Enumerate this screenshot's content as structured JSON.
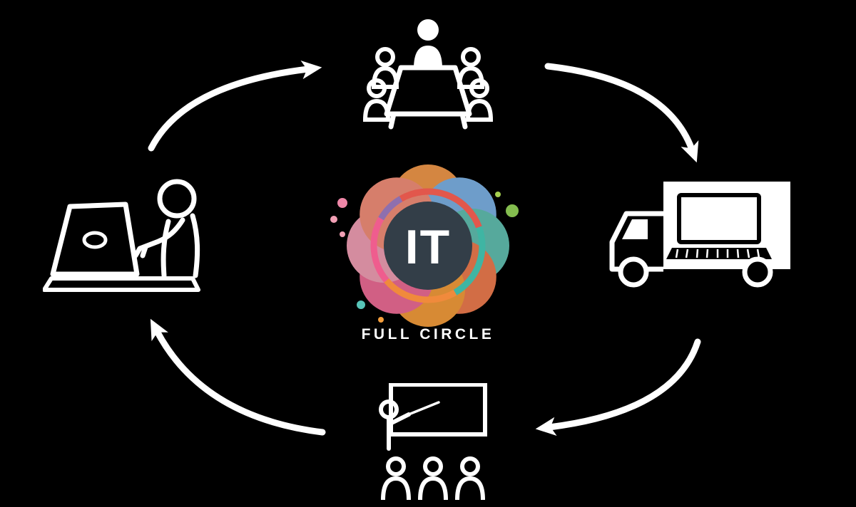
{
  "canvas": {
    "background": "#000000",
    "foreground": "#ffffff"
  },
  "logo": {
    "text": "IT",
    "subtitle": "FULL CIRCLE",
    "center_color": "#333e48",
    "text_color": "#ffffff",
    "petal_colors": [
      "#f2994a",
      "#7eb3e6",
      "#62c1b2",
      "#ef7d4f",
      "#f59e3c",
      "#ee6d97",
      "#f2a0b5",
      "#f4907a"
    ],
    "ring_colors": [
      "#e2574c",
      "#3fb5a3",
      "#f08a3c",
      "#ef5d8e",
      "#8e6fae"
    ],
    "dot_colors": [
      "#ef87a8",
      "#f2a0b5",
      "#f2a0b5",
      "#57c4b8",
      "#f59e3c",
      "#84bd4f",
      "#a5cf4f"
    ]
  },
  "cycle": {
    "direction": "clockwise",
    "nodes": {
      "top": {
        "icon": "meeting-table-icon"
      },
      "right": {
        "icon": "delivery-truck-laptop-icon"
      },
      "bottom": {
        "icon": "training-presentation-icon"
      },
      "left": {
        "icon": "person-working-laptop-icon"
      }
    },
    "arrows": [
      "left-to-top",
      "top-to-right",
      "right-to-bottom",
      "bottom-to-left"
    ]
  }
}
